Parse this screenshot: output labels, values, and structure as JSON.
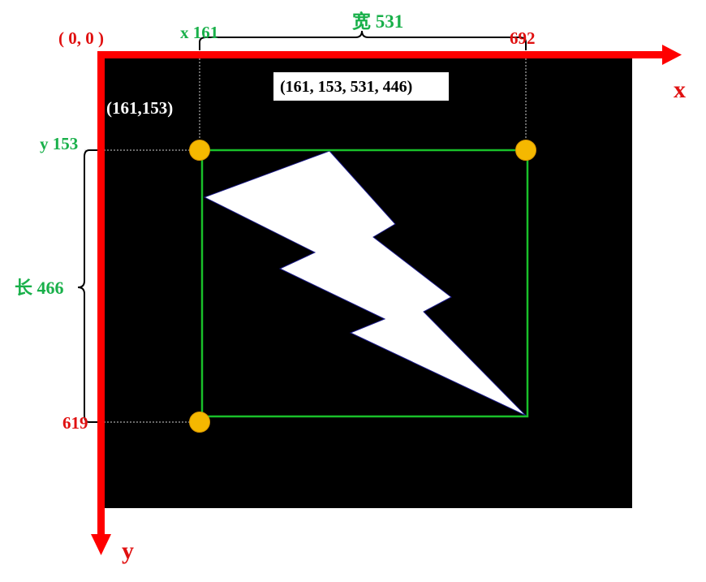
{
  "origin_label": "( 0, 0 )",
  "axis_x_label": "x",
  "axis_y_label": "y",
  "width_label": "宽 531",
  "height_label": "长 466",
  "x_label": "x 161",
  "y_label": "y 153",
  "x2_label": "692",
  "y2_label": "619",
  "corner_label": "(161,153)",
  "bbox_label": "(161, 153, 531, 446)",
  "colors": {
    "axis": "#ff0000",
    "label_red": "#e01010",
    "label_green": "#19b04a",
    "box": "#19c02a",
    "corner_dot": "#f5b800",
    "canvas": "#000000",
    "bolt_fill": "#ffffff",
    "bolt_edge": "#1a1a8a"
  }
}
